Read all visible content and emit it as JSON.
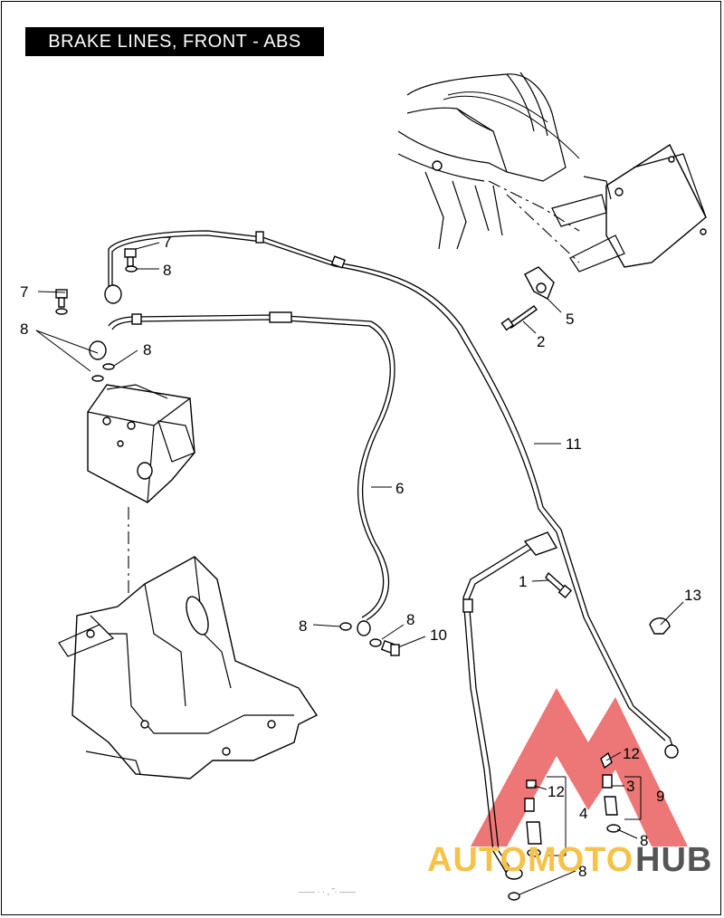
{
  "title": "BRAKE LINES, FRONT - ABS",
  "callouts": {
    "c7a": "7",
    "c8a": "8",
    "c7b": "7",
    "c8b": "8",
    "c8c": "8",
    "c5": "5",
    "c2": "2",
    "c11": "11",
    "c6": "6",
    "c1": "1",
    "c13": "13",
    "c8d": "8",
    "c8e": "8",
    "c10": "10",
    "c12a": "12",
    "c3": "3",
    "c9": "9",
    "c12b": "12",
    "c4": "4",
    "c8f": "8",
    "c8g": "8"
  },
  "watermark": {
    "part1": "AUTOMOTO",
    "part2": "HUB",
    "color1": "#f5c24a",
    "color2": "#555555",
    "logo_color": "#e84c4c"
  },
  "footer_text": "—— · · ,  ˝·  ——",
  "colors": {
    "ink": "#000000",
    "title_bg": "#000000",
    "title_fg": "#ffffff"
  }
}
